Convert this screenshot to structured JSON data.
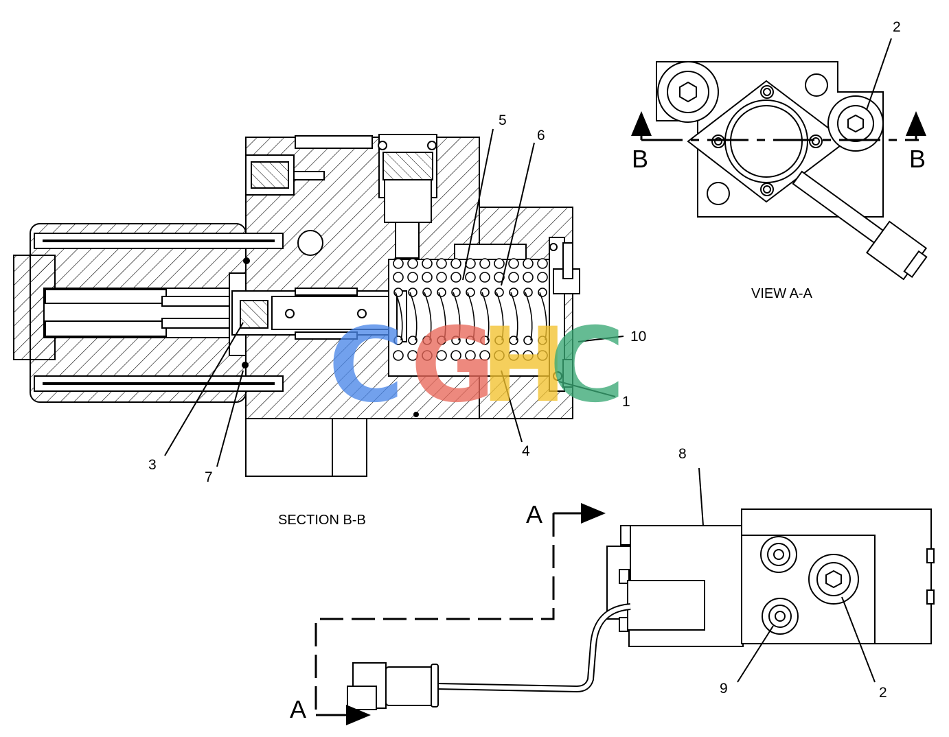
{
  "captions": {
    "section": "SECTION B-B",
    "view": "VIEW A-A"
  },
  "section_markers": {
    "b_left": "B",
    "b_right": "B",
    "a_top": "A",
    "a_bottom": "A"
  },
  "callouts": {
    "c1": "1",
    "c2_view": "2",
    "c2_ext": "2",
    "c3": "3",
    "c4": "4",
    "c5": "5",
    "c6": "6",
    "c7": "7",
    "c8": "8",
    "c9": "9",
    "c10": "10"
  },
  "watermark": {
    "text": "CGHC",
    "letters": [
      "C",
      "G",
      "H",
      "C"
    ],
    "colors": [
      "#4a86e8",
      "#e8685a",
      "#f2c12e",
      "#3aa874"
    ],
    "opacity": 0.78
  }
}
